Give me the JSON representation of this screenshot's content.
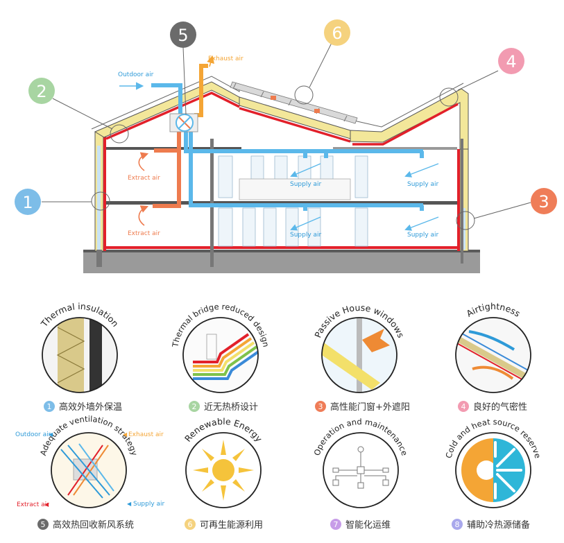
{
  "colors": {
    "c1": "#7dbde8",
    "c2": "#a8d5a2",
    "c3": "#ef7d58",
    "c4": "#f29bb1",
    "c5": "#6b6b6b",
    "c6": "#f5d27e",
    "c7": "#c79ce8",
    "c8": "#a9a8ec",
    "supply": "#5bb8ea",
    "extract": "#ee7b4e",
    "exhaust": "#f4a535",
    "airtight": "#e2202a",
    "insulation": "#f3e79a"
  },
  "callouts": [
    {
      "num": "1",
      "color": "#7dbde8"
    },
    {
      "num": "2",
      "color": "#a8d5a2"
    },
    {
      "num": "3",
      "color": "#ef7d58"
    },
    {
      "num": "4",
      "color": "#f29bb1"
    },
    {
      "num": "5",
      "color": "#6b6b6b"
    },
    {
      "num": "6",
      "color": "#f5d27e"
    }
  ],
  "air_labels": {
    "outdoor": "Outdoor air",
    "exhaust": "Exhaust air",
    "extract_top": "Extract air",
    "extract_bottom": "Extract air",
    "supply_ul": "Supply air",
    "supply_ur": "Supply air",
    "supply_ll": "Supply air",
    "supply_lr": "Supply air"
  },
  "features": [
    {
      "arc_title": "Thermal insulation",
      "caption": "高效外墙外保温",
      "num": "1",
      "color": "#7dbde8",
      "icon": "insulation-wall-icon"
    },
    {
      "arc_title": "Thermal bridge reduced design",
      "caption": "近无热桥设计",
      "num": "2",
      "color": "#a8d5a2",
      "icon": "thermal-bridge-icon"
    },
    {
      "arc_title": "Passive House windows",
      "caption": "高性能门窗+外遮阳",
      "num": "3",
      "color": "#ef7d58",
      "icon": "passive-window-icon"
    },
    {
      "arc_title": "Airtightness",
      "caption": "良好的气密性",
      "num": "4",
      "color": "#f29bb1",
      "icon": "airtightness-icon"
    },
    {
      "arc_title": "Adequate ventilation strategy",
      "caption": "高效热回收新风系统",
      "num": "5",
      "color": "#6b6b6b",
      "icon": "ventilation-icon"
    },
    {
      "arc_title": "Renewable Energy",
      "caption": "可再生能源利用",
      "num": "6",
      "color": "#f5d27e",
      "icon": "sun-icon"
    },
    {
      "arc_title": "Operation and maintenance",
      "caption": "智能化运维",
      "num": "7",
      "color": "#c79ce8",
      "icon": "operation-network-icon"
    },
    {
      "arc_title": "Cold and heat source reserve",
      "caption": "辅助冷热源储备",
      "num": "8",
      "color": "#a9a8ec",
      "icon": "sun-snowflake-icon"
    }
  ],
  "vent_labels": {
    "outdoor": "Outdoor air",
    "exhaust": "Exhaust air",
    "extract": "Extract air",
    "supply": "Supply air"
  }
}
